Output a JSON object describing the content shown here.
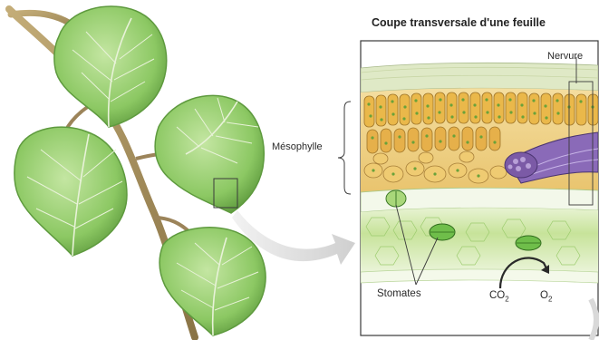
{
  "title": "Coupe transversale d'une feuille",
  "labels": {
    "nervure": "Nervure",
    "mesophylle": "Mésophylle",
    "stomates": "Stomates",
    "co2_main": "CO",
    "co2_sub": "2",
    "o2_main": "O",
    "o2_sub": "2"
  },
  "colors": {
    "leaf": "#9fd07a",
    "leaf_dark": "#5e9a3e",
    "vein": "#e8f2d8",
    "stem": "#a7905f",
    "palisade": "#e8b84a",
    "chloroplast": "#6aa23a",
    "vascular": "#7b5aa6",
    "epidermis": "#cfe6a8",
    "spongy_bg": "#f1d48a",
    "arrow": "#d9d9d9"
  }
}
